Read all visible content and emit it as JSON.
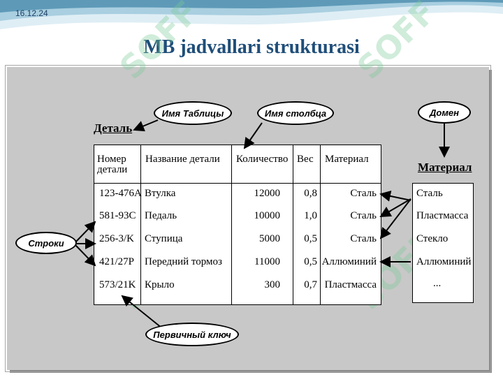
{
  "slide": {
    "date": "16.12.24",
    "title": "MB jadvallari strukturasi",
    "watermark": "SOFF"
  },
  "callouts": {
    "table_name": "Имя Таблицы",
    "column_name": "Имя столбца",
    "domain": "Домен",
    "rows": "Строки",
    "primary_key": "Первичный ключ"
  },
  "table": {
    "caption": "Деталь",
    "headers": {
      "number_line1": "Номер",
      "number_line2": "детали",
      "name": "Название детали",
      "qty": "Количество",
      "weight": "Вес",
      "material": "Материал"
    },
    "rows": [
      {
        "number": "123-476A",
        "name": "Втулка",
        "qty": "12000",
        "weight": "0,8",
        "material": "Сталь"
      },
      {
        "number": "581-93C",
        "name": "Педаль",
        "qty": "10000",
        "weight": "1,0",
        "material": "Сталь"
      },
      {
        "number": "256-3/K",
        "name": "Ступица",
        "qty": "5000",
        "weight": "0,5",
        "material": "Сталь"
      },
      {
        "number": "421/27P",
        "name": "Передний тормоз",
        "qty": "11000",
        "weight": "0,5",
        "material": "Аллюминий"
      },
      {
        "number": "573/21K",
        "name": "Крыло",
        "qty": "300",
        "weight": "0,7",
        "material": "Пластмасса"
      }
    ]
  },
  "domain_table": {
    "caption": "Материал",
    "items": [
      "Сталь",
      "Пластмасса",
      "Стекло",
      "Аллюминий",
      "..."
    ]
  },
  "colors": {
    "title": "#1f4e79",
    "panel": "#c8c8c8",
    "wave": "#5e9ab8"
  }
}
